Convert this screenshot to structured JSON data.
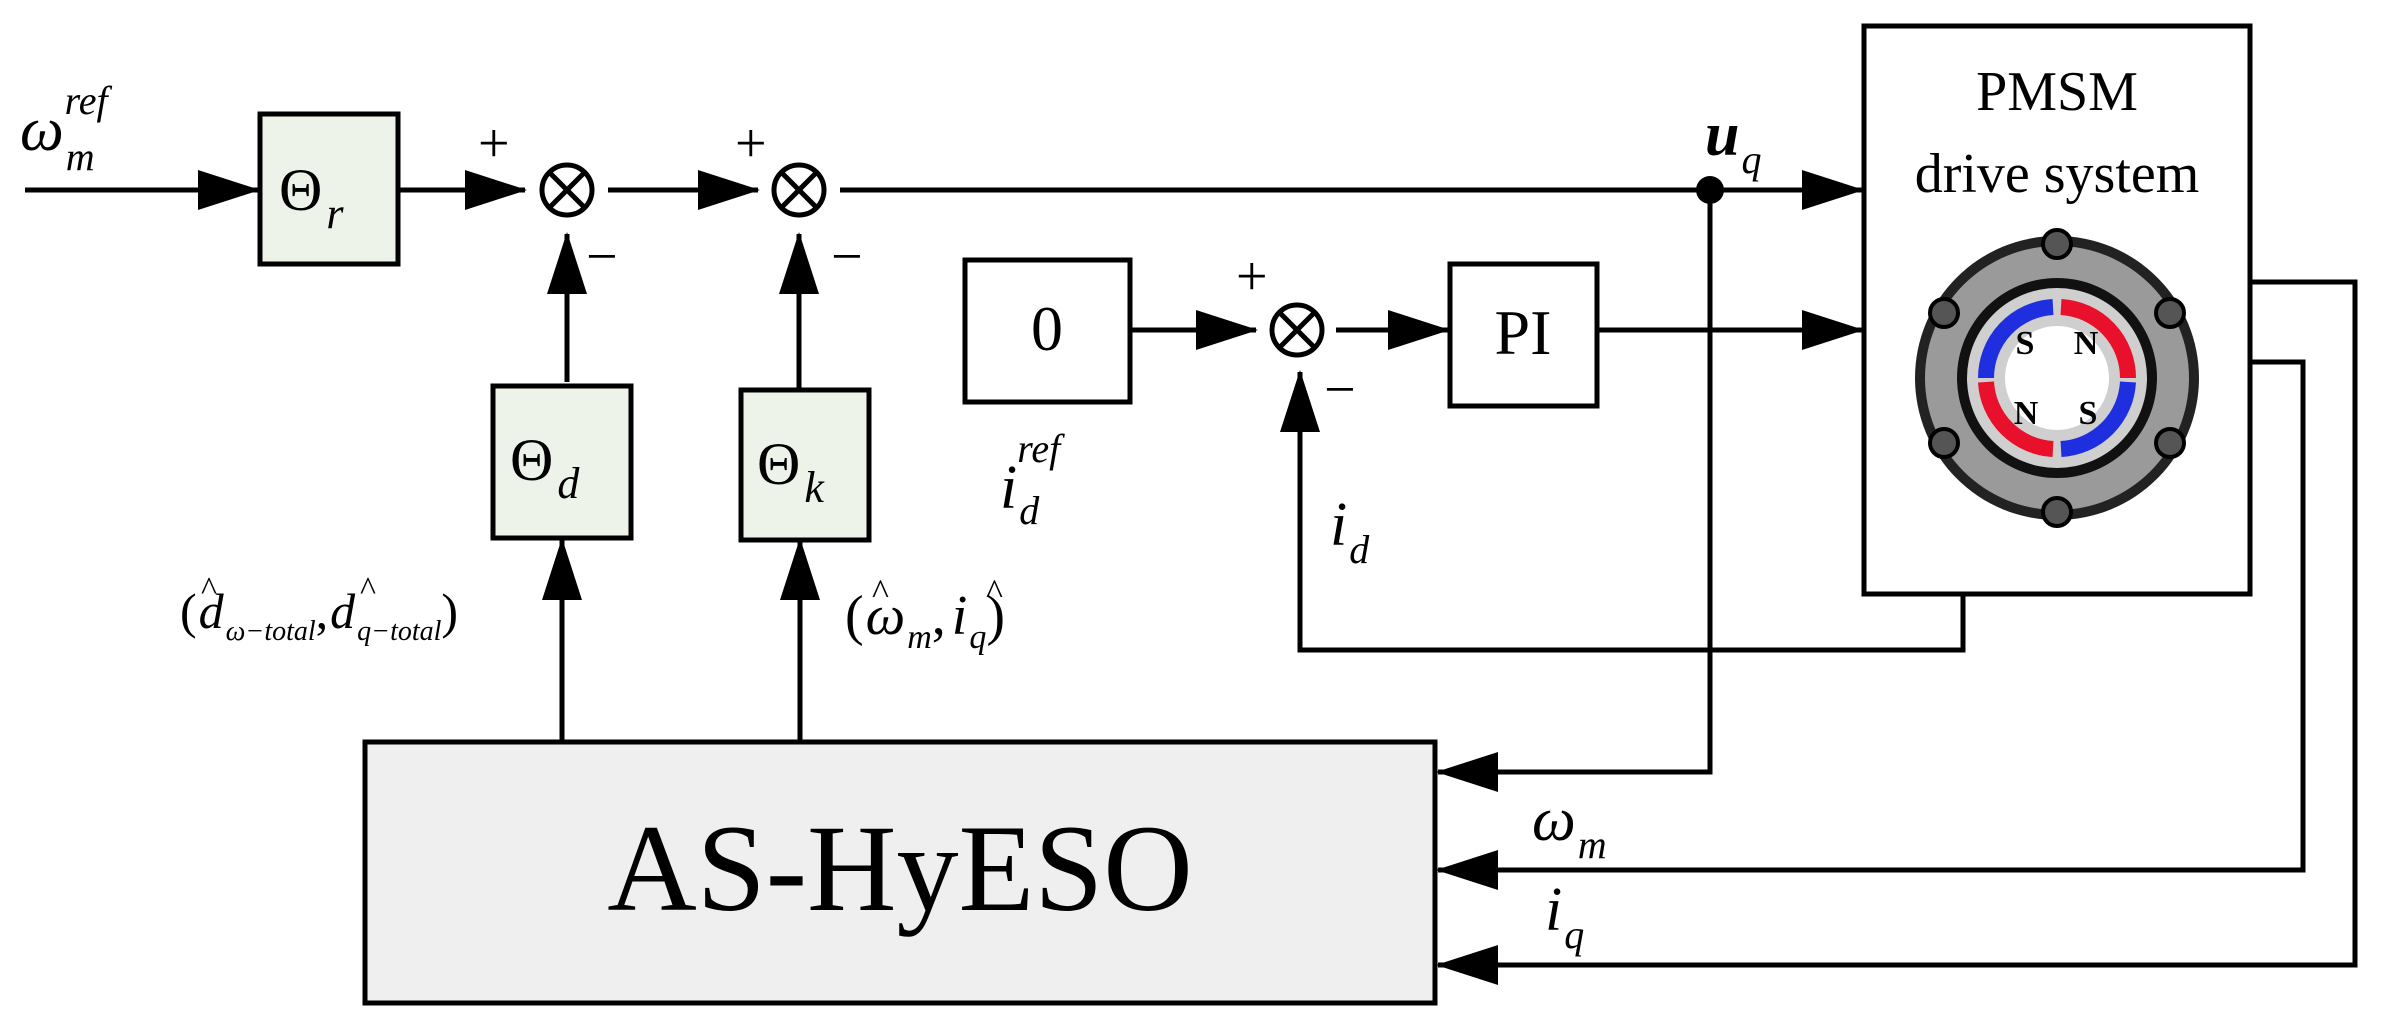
{
  "colors": {
    "block_fill": "#eef3ea",
    "observer_fill": "#efefef",
    "motor_title": "#ff0000",
    "pole_n": "#e8102a",
    "pole_s": "#1f2fe0",
    "stator": "#9a9a9a"
  },
  "blocks": {
    "theta_r": {
      "symbol": "Θ",
      "sub": "r"
    },
    "theta_d": {
      "symbol": "Θ",
      "sub": "d"
    },
    "theta_k": {
      "symbol": "Θ",
      "sub": "k"
    },
    "zero": "0",
    "pi": "PI",
    "observer": "AS-HyESO"
  },
  "motor": {
    "title_line1": "PMSM",
    "title_line2": "drive system",
    "icon": "pmsm-rotor-icon",
    "poles": [
      "S",
      "N",
      "N",
      "S"
    ]
  },
  "signals": {
    "omega_ref": {
      "base": "ω",
      "sub": "m",
      "sup": "ref"
    },
    "id_ref": {
      "base": "i",
      "sub": "d",
      "sup": "ref"
    },
    "uq": {
      "base": "u",
      "sub": "q"
    },
    "id": {
      "base": "i",
      "sub": "d"
    },
    "omega_m": {
      "base": "ω",
      "sub": "m"
    },
    "iq": {
      "base": "i",
      "sub": "q"
    },
    "disturbance_est": {
      "open": "(",
      "d1": "d",
      "d1_sub": "ω−total",
      "comma": ",",
      "d2": "d",
      "d2_sub": "q−total",
      "close": ")"
    },
    "state_est": {
      "open": "(",
      "w": "ω",
      "w_sub": "m",
      "comma": ",",
      "i": "i",
      "i_sub": "q",
      "close": ")"
    }
  },
  "sum_signs": {
    "plus": "+",
    "minus": "−"
  }
}
